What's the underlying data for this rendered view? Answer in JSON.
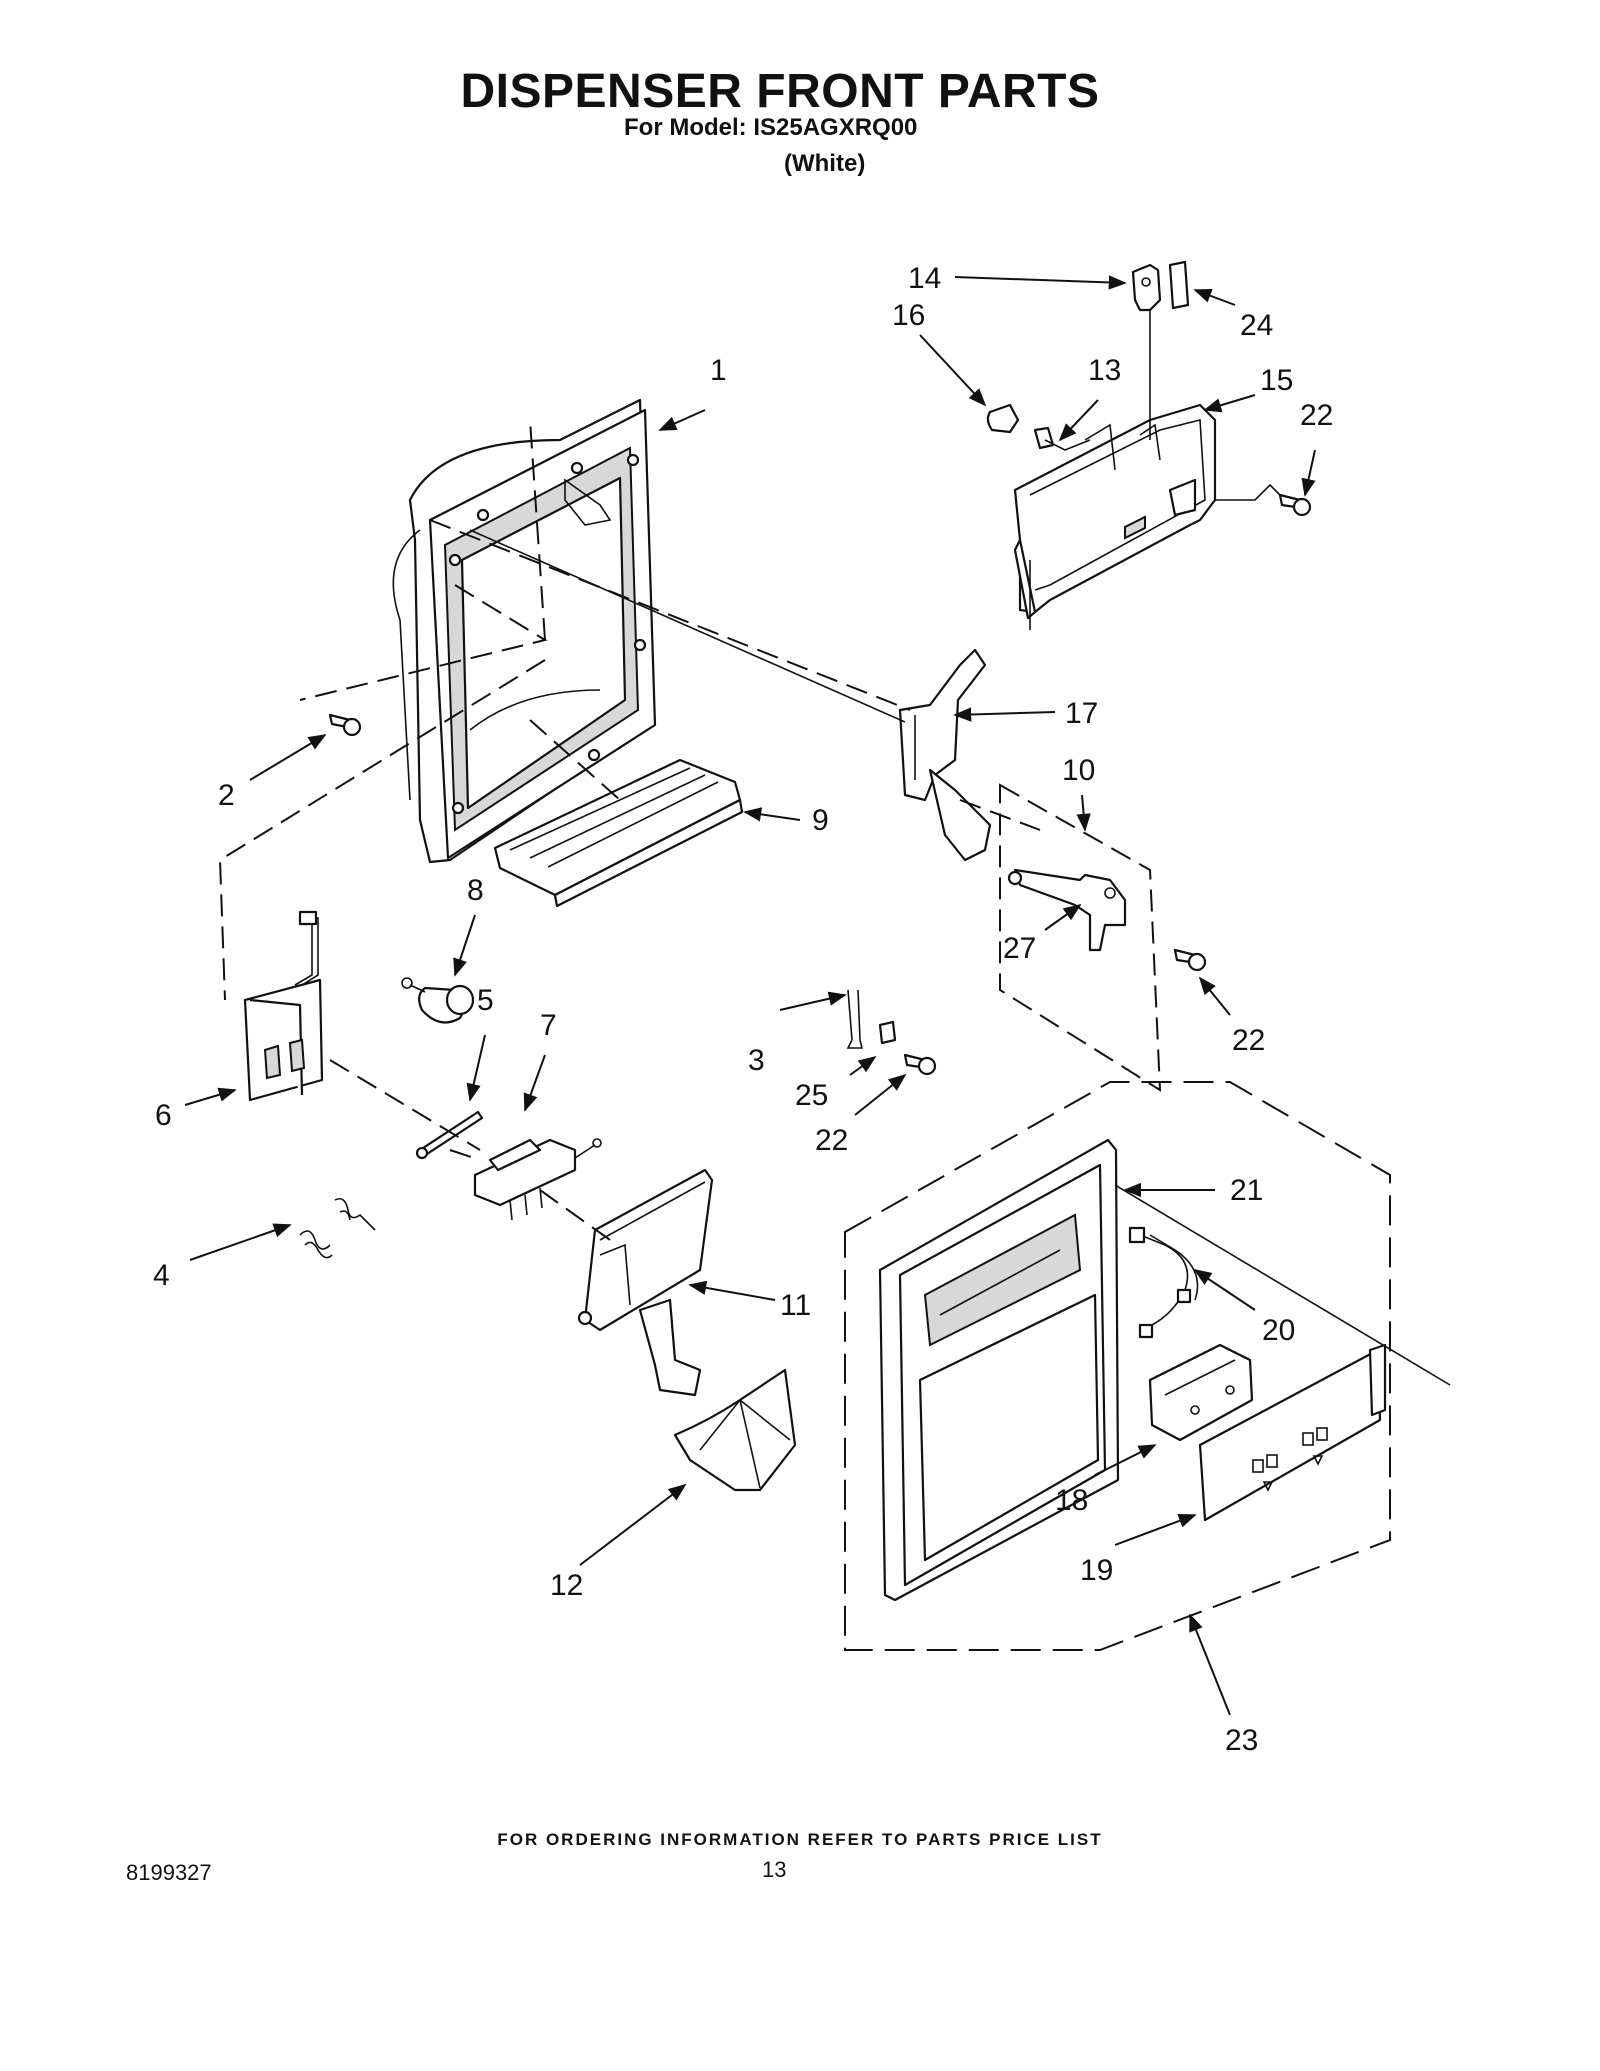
{
  "header": {
    "title": "DISPENSER FRONT PARTS",
    "model_line": "For Model: IS25AGXRQ00",
    "color_line": "(White)"
  },
  "footer": {
    "ordering_note": "FOR ORDERING INFORMATION REFER TO PARTS PRICE LIST",
    "document_number": "8199327",
    "page_number": "13"
  },
  "callouts": {
    "c1": "1",
    "c2": "2",
    "c3": "3",
    "c4": "4",
    "c5": "5",
    "c6": "6",
    "c7": "7",
    "c8": "8",
    "c9": "9",
    "c10": "10",
    "c11": "11",
    "c12": "12",
    "c13": "13",
    "c14": "14",
    "c15": "15",
    "c16": "16",
    "c17": "17",
    "c18": "18",
    "c19": "19",
    "c20": "20",
    "c21": "21",
    "c22a": "22",
    "c22b": "22",
    "c22c": "22",
    "c23": "23",
    "c24": "24",
    "c25": "25",
    "c27": "27"
  }
}
